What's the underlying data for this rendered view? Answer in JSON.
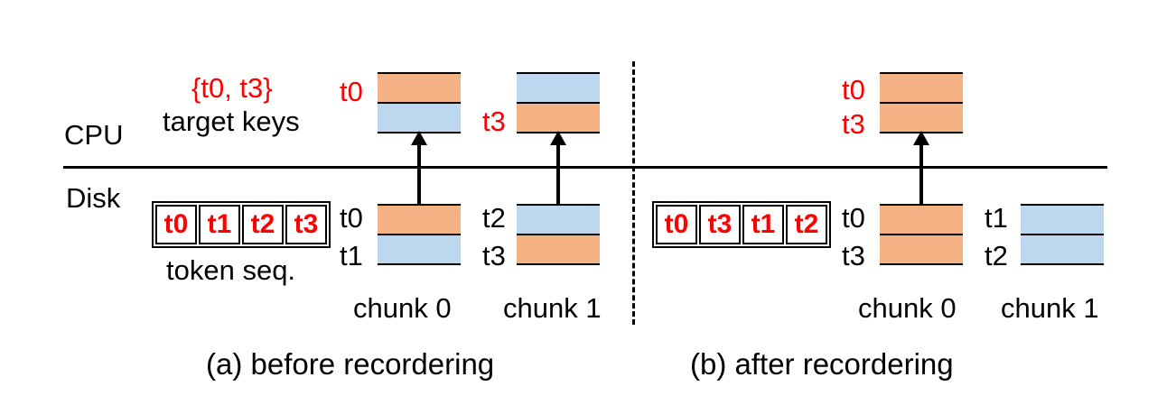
{
  "colors": {
    "key_red": "#ff0000",
    "orange": "#f4b183",
    "blue": "#bdd7ee"
  },
  "labels": {
    "cpu": "CPU",
    "disk": "Disk",
    "target_keys_set": "{t0, t3}",
    "target_keys": "target keys",
    "token_seq": "token seq."
  },
  "panel_a": {
    "caption": "(a) before recordering",
    "cpu_block": {
      "label_t0": "t0",
      "label_t3": "t3"
    },
    "token_seq": [
      "t0",
      "t1",
      "t2",
      "t3"
    ],
    "chunks": [
      {
        "name": "chunk 0",
        "keys": [
          "t0",
          "t1"
        ]
      },
      {
        "name": "chunk 1",
        "keys": [
          "t2",
          "t3"
        ]
      }
    ]
  },
  "panel_b": {
    "caption": "(b) after recordering",
    "cpu_block": {
      "keys": [
        "t0",
        "t3"
      ]
    },
    "token_seq": [
      "t0",
      "t3",
      "t1",
      "t2"
    ],
    "chunks": [
      {
        "name": "chunk 0",
        "keys": [
          "t0",
          "t3"
        ]
      },
      {
        "name": "chunk 1",
        "keys": [
          "t1",
          "t2"
        ]
      }
    ]
  }
}
